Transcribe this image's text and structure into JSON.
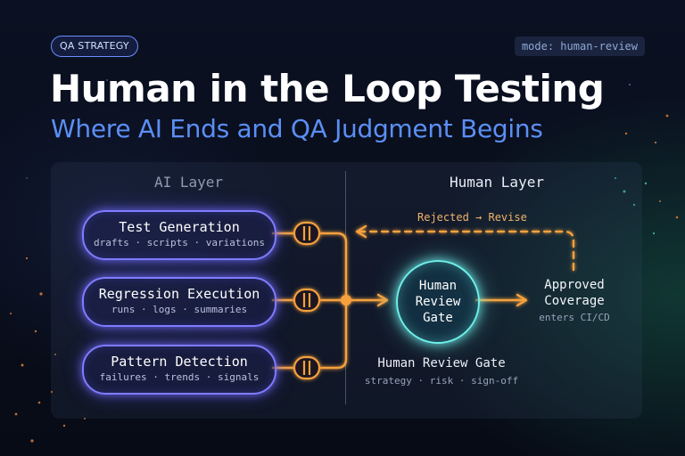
{
  "tag": "QA STRATEGY",
  "mode": "mode: human-review",
  "title": "Human in the Loop Testing",
  "subtitle": "Where AI Ends and QA Judgment Begins",
  "ai_layer": {
    "heading": "AI Layer",
    "items": [
      {
        "title": "Test Generation",
        "sub": "drafts · scripts · variations"
      },
      {
        "title": "Regression Execution",
        "sub": "runs · logs · summaries"
      },
      {
        "title": "Pattern Detection",
        "sub": "failures · trends · signals"
      }
    ]
  },
  "human_layer": {
    "heading": "Human Layer",
    "gate_text": "Human\nReview\nGate",
    "gate_label": "Human Review Gate",
    "gate_sub": "strategy · risk · sign-off",
    "approved": "Approved\nCoverage",
    "approved_sub": "enters CI/CD",
    "rejected": "Rejected → Revise"
  },
  "colors": {
    "accent_blue": "#5b8ff5",
    "pill_border": "#7f7dff",
    "flow_orange": "#f5a13c",
    "gate_cyan": "#6ef0ea"
  }
}
